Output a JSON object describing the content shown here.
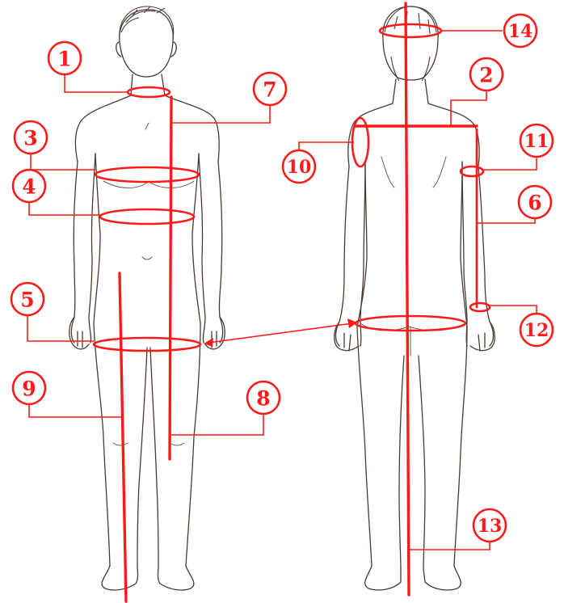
{
  "diagram": {
    "accent_color": "#ff1a1a",
    "outline_color": "#4a3a32",
    "background_color": "#ffffff",
    "views": [
      "front",
      "back"
    ],
    "labels": [
      "1",
      "2",
      "3",
      "4",
      "5",
      "6",
      "7",
      "8",
      "9",
      "10",
      "11",
      "12",
      "13",
      "14"
    ]
  }
}
